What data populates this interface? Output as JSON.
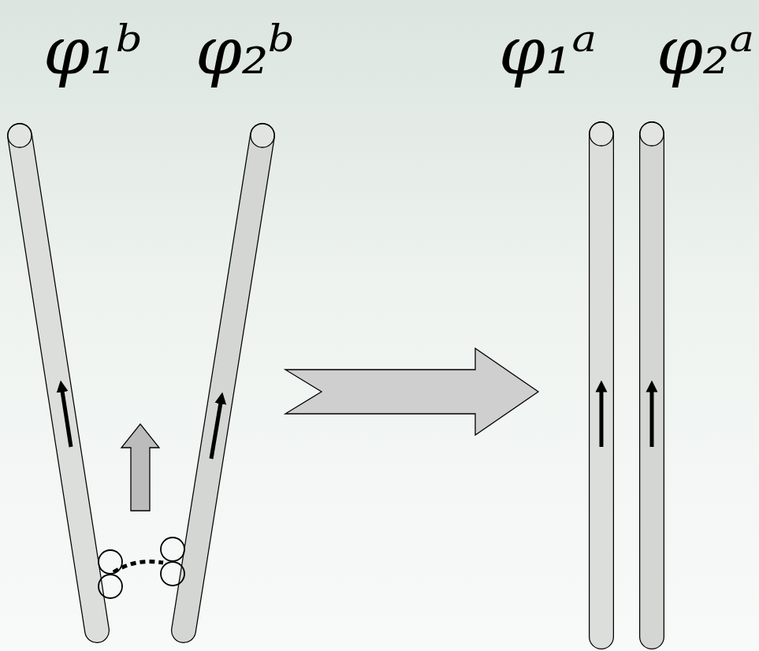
{
  "diagram": {
    "labels": [
      "φ₁ᵇ",
      "φ₂ᵇ",
      "φ₁ᵃ",
      "φ₂ᵃ"
    ]
  }
}
